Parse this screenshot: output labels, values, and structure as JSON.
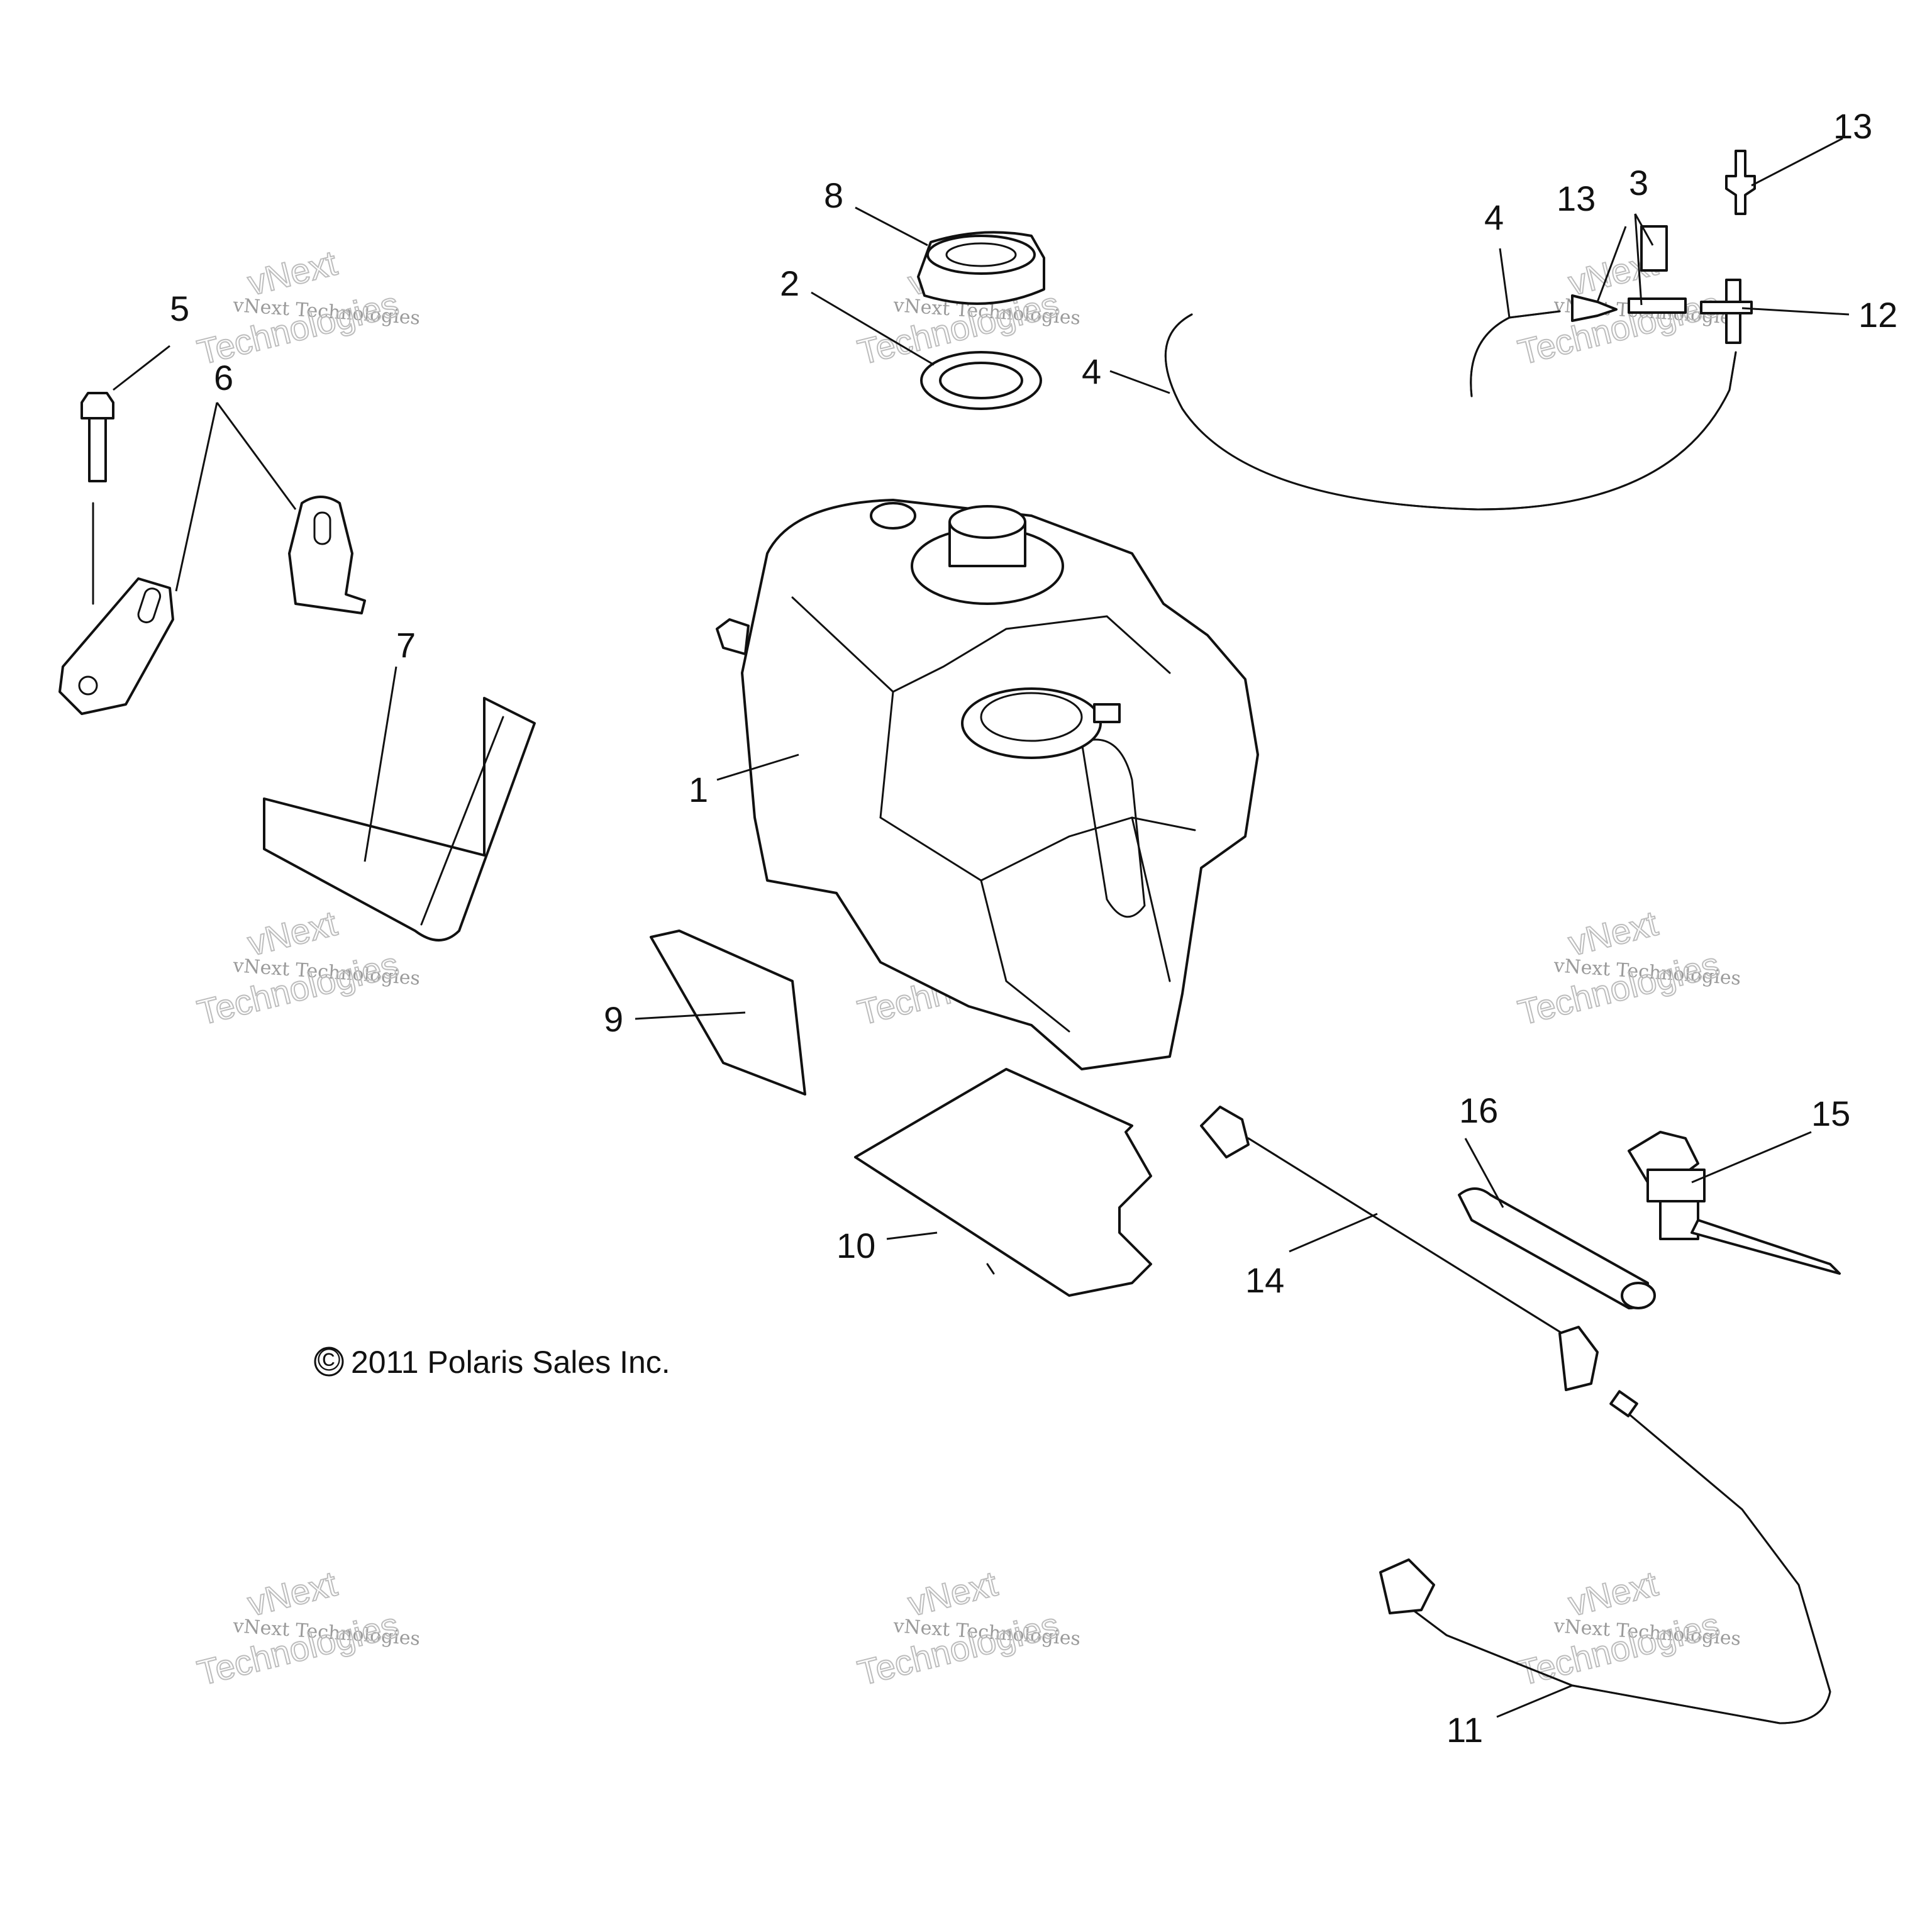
{
  "copyright": "2011 Polaris Sales Inc.",
  "copyright_symbol": "©",
  "watermark": {
    "line1": "vNext",
    "line2": "vNext Technologies",
    "line3": "Technologies"
  },
  "callouts": {
    "c1": "1",
    "c2": "2",
    "c3": "3",
    "c4a": "4",
    "c4b": "4",
    "c5": "5",
    "c6": "6",
    "c7": "7",
    "c8": "8",
    "c9": "9",
    "c10": "10",
    "c11": "11",
    "c12": "12",
    "c13a": "13",
    "c13b": "13",
    "c14": "14",
    "c15": "15",
    "c16": "16"
  }
}
